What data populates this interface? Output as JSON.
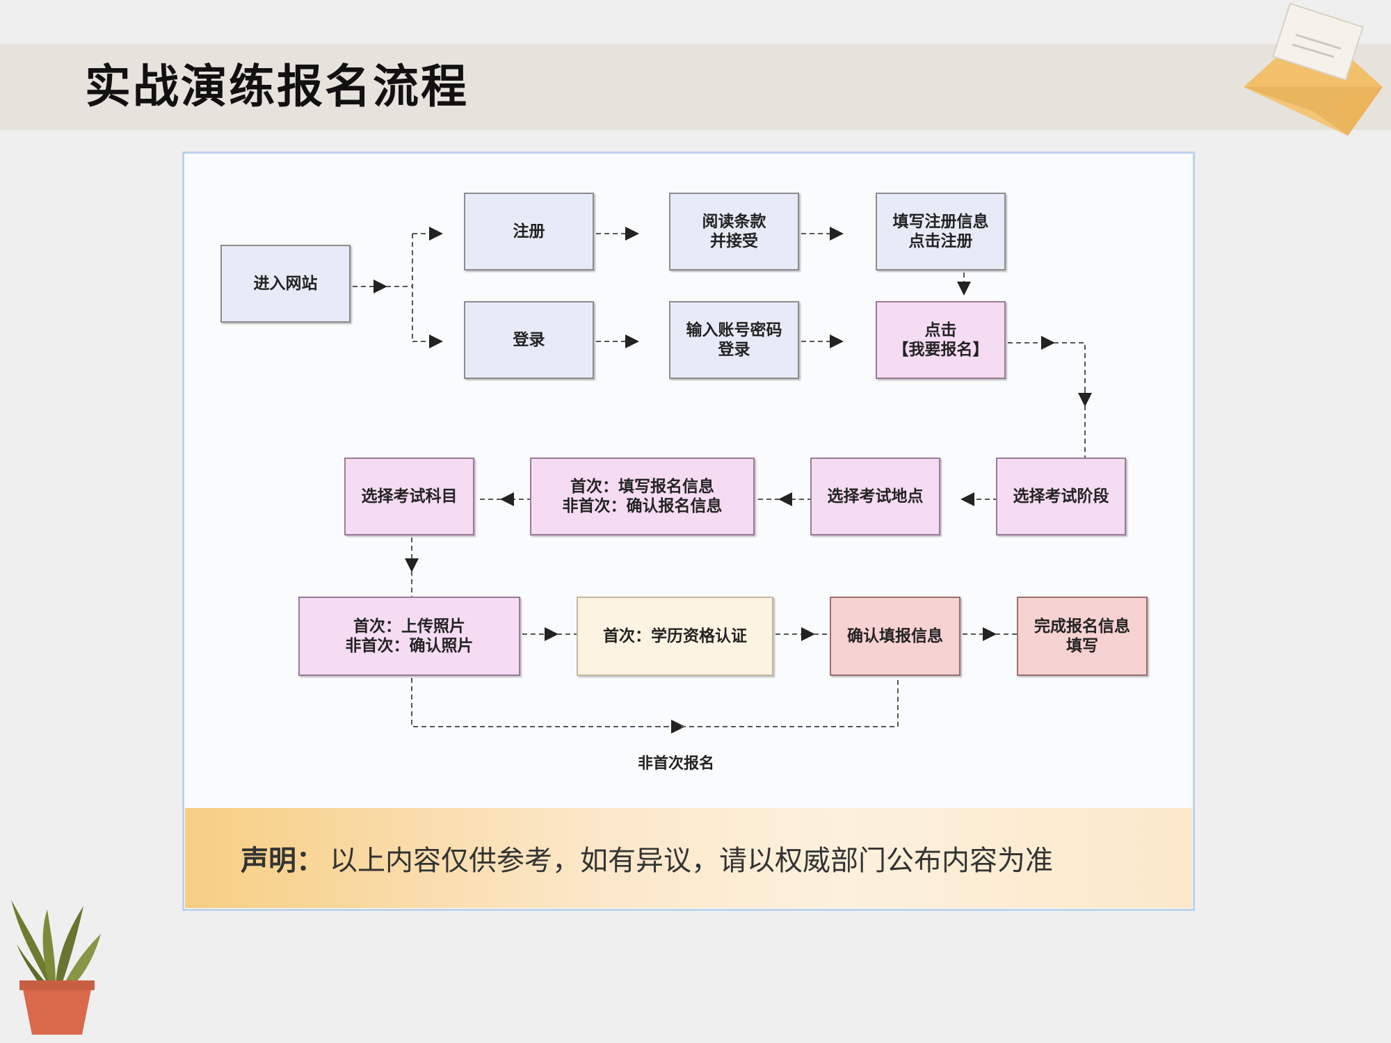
{
  "title": "实战演练报名流程",
  "nodes": {
    "enter_site": [
      "进入网站"
    ],
    "register": [
      "注册"
    ],
    "read_terms": [
      "阅读条款",
      "并接受"
    ],
    "fill_register": [
      "填写注册信息",
      "点击注册"
    ],
    "login": [
      "登录"
    ],
    "input_account": [
      "输入账号密码",
      "登录"
    ],
    "click_apply": [
      "点击",
      "【我要报名】"
    ],
    "select_stage": [
      "选择考试阶段"
    ],
    "select_location": [
      "选择考试地点"
    ],
    "fill_info": [
      "首次：填写报名信息",
      "非首次：确认报名信息"
    ],
    "select_subject": [
      "选择考试科目"
    ],
    "upload_photo": [
      "首次：上传照片",
      "非首次：确认照片"
    ],
    "education_verify": [
      "首次：学历资格认证"
    ],
    "confirm_info": [
      "确认填报信息"
    ],
    "complete": [
      "完成报名信息",
      "填写"
    ]
  },
  "branch_label": "非首次报名",
  "notice": {
    "label": "声明：",
    "text": "以上内容仅供参考，如有异议，请以权威部门公布内容为准"
  },
  "colors": {
    "title_band": "#e6e3dd",
    "blue_box": "#e6ebf7",
    "pink_box": "#f5dcf2",
    "cream_box": "#fdf3e3",
    "salmon_box": "#f7d2d2",
    "notice_bg": "#f7ce83"
  },
  "icons": [
    "envelope-icon",
    "potted-plant-icon"
  ]
}
